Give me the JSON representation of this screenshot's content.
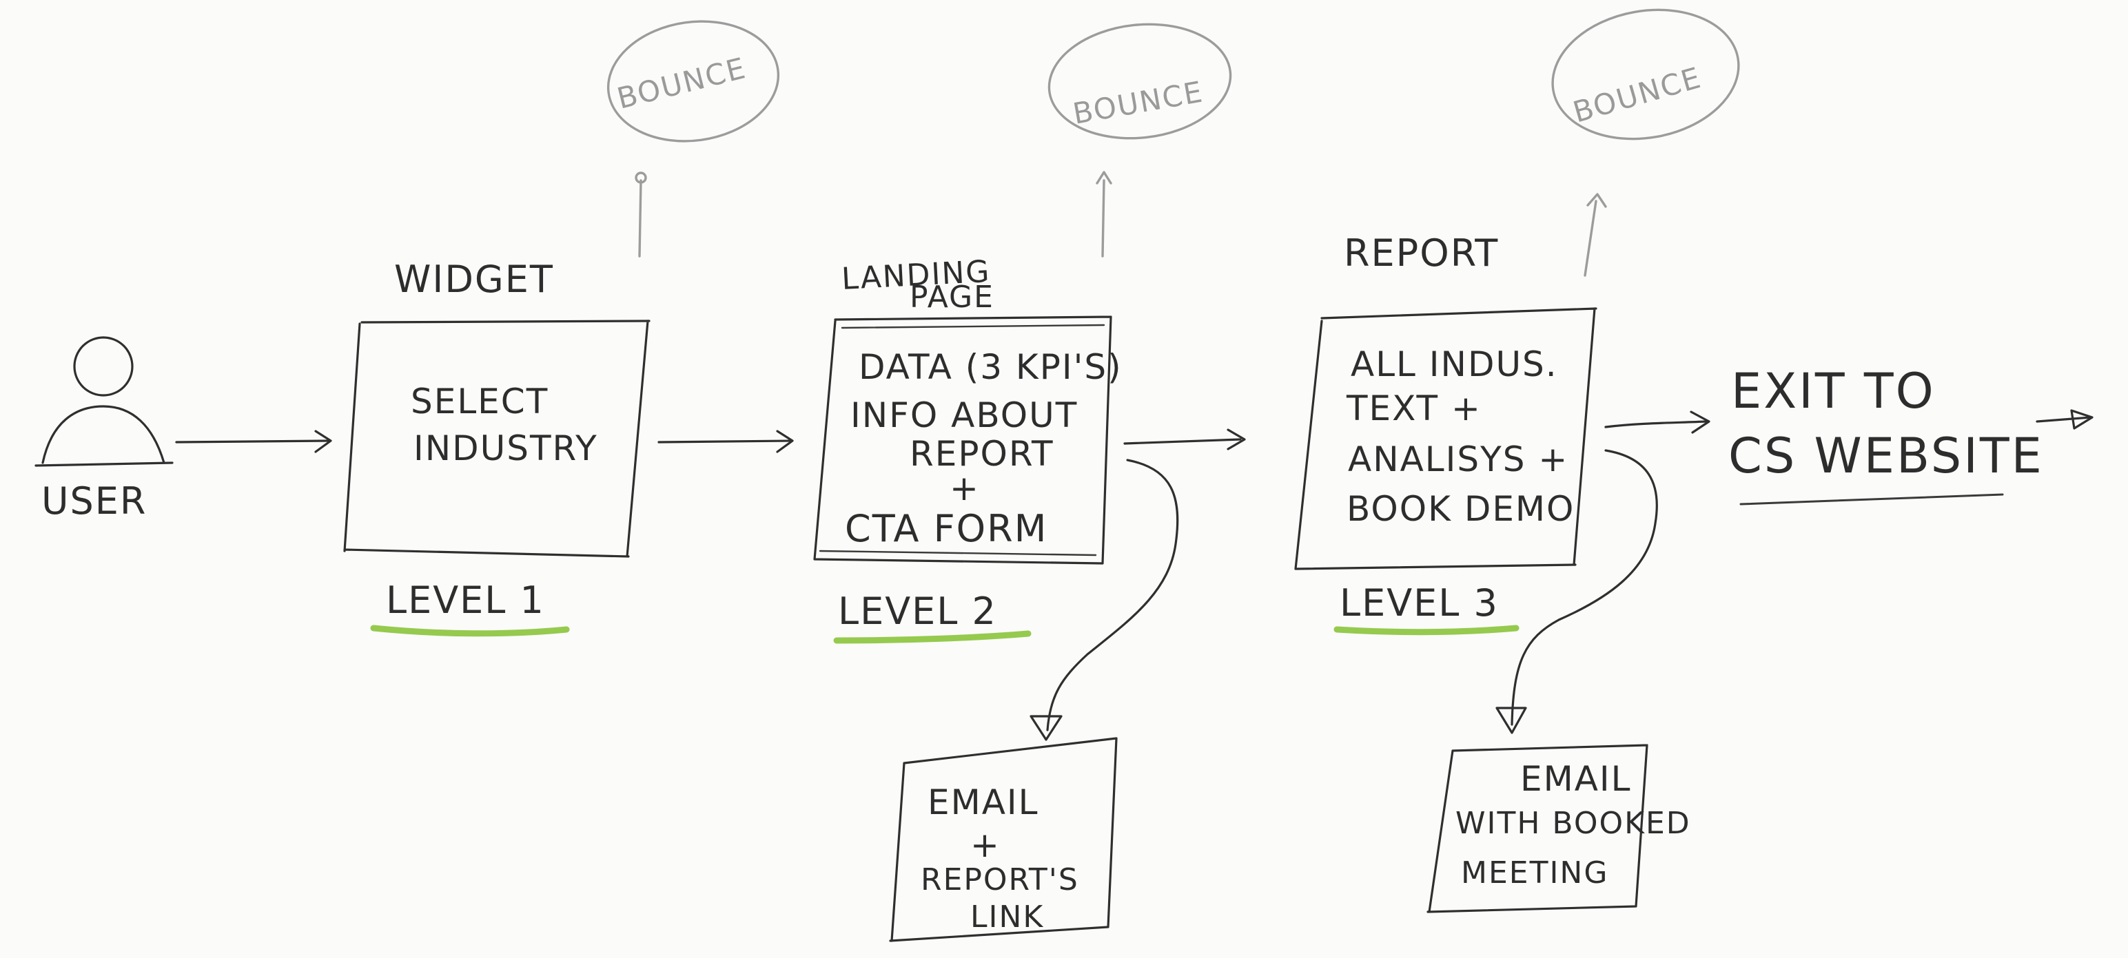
{
  "user": {
    "label": "USER"
  },
  "bounce_label": "BOUNCE",
  "exit": {
    "line1": "EXIT TO",
    "line2": "CS WEBSITE"
  },
  "stages": [
    {
      "title": "WIDGET",
      "lines": [
        "SELECT",
        "INDUSTRY"
      ],
      "level": "LEVEL 1"
    },
    {
      "title": [
        "LANDING",
        "PAGE"
      ],
      "lines": [
        "DATA (3 KPI'S)",
        "INFO ABOUT",
        "REPORT",
        "+",
        "CTA FORM"
      ],
      "level": "LEVEL 2"
    },
    {
      "title": "REPORT",
      "lines": [
        "ALL INDUS.",
        "TEXT +",
        "ANALISYS +",
        "BOOK DEMO"
      ],
      "level": "LEVEL 3"
    }
  ],
  "emails": [
    {
      "lines": [
        "EMAIL",
        "+",
        "REPORT'S",
        "LINK"
      ]
    },
    {
      "lines": [
        "EMAIL",
        "WITH BOOKED",
        "MEETING"
      ]
    }
  ],
  "colors": {
    "ink": "#2f2f2f",
    "faint": "#9c9c9c",
    "highlight": "#8cc63f",
    "paper": "#fbfbf9"
  }
}
